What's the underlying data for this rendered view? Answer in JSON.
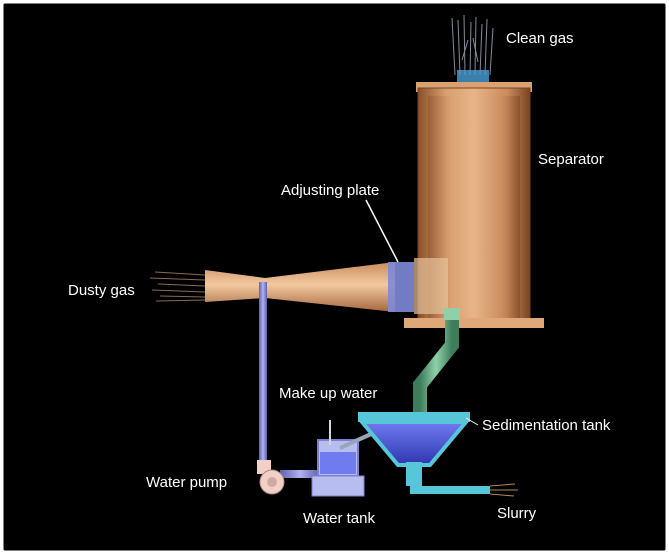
{
  "colors": {
    "background": "#000000",
    "frame": "#ffffff",
    "separator": "#c98a5c",
    "pipe_green": "#6fae8c",
    "pipe_blue": "#7d7fd0",
    "water": "#4050d8",
    "tank_blue": "#57c6d8"
  },
  "labels": {
    "clean_gas": "Clean gas",
    "separator": "Separator",
    "adjusting_plate": "Adjusting plate",
    "dusty_gas": "Dusty gas",
    "make_up_water": "Make up water",
    "sedimentation_tank": "Sedimentation tank",
    "water_pump": "Water pump",
    "water_tank": "Water tank",
    "slurry": "Slurry"
  }
}
